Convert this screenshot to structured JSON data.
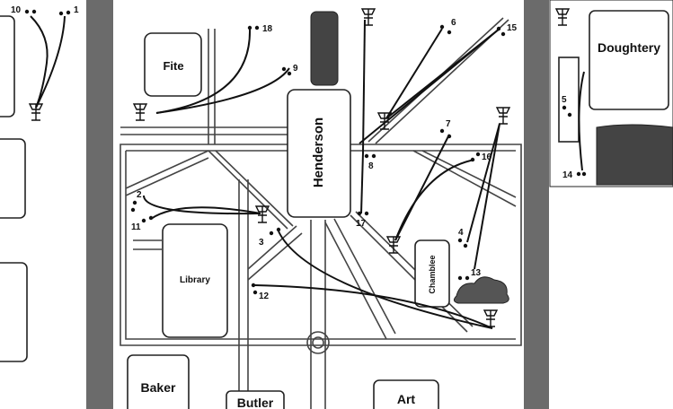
{
  "map": {
    "buildings": {
      "fite": "Fite",
      "henderson": "Henderson",
      "doughtery": "Doughtery",
      "library": "Library",
      "chamblee": "Chamblee",
      "baker": "Baker",
      "butler": "Butler",
      "art": "Art"
    },
    "holes": [
      "10",
      "1",
      "18",
      "9",
      "6",
      "15",
      "5",
      "8",
      "7",
      "16",
      "14",
      "2",
      "11",
      "17",
      "3",
      "4",
      "13",
      "12"
    ],
    "colors": {
      "street": "#6b6b6b",
      "building_dark": "#444444",
      "building_outline": "#222222",
      "background": "#ffffff"
    },
    "icons": [
      "disc-golf-basket-icon",
      "tee-dot-icon",
      "tree-icon"
    ]
  }
}
